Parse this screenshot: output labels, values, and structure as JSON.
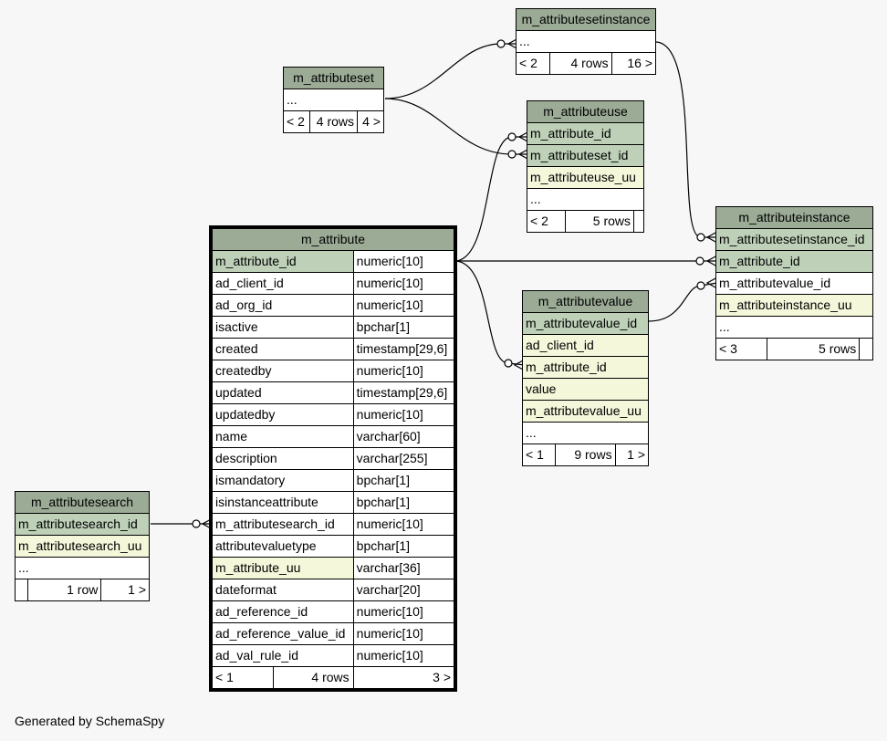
{
  "tables": {
    "m_attributesetinstance": {
      "name": "m_attributesetinstance",
      "rows": [
        {
          "col": "..."
        }
      ],
      "nav": {
        "prev": "< 2",
        "count": "4 rows",
        "next": "16 >"
      }
    },
    "m_attributeset": {
      "name": "m_attributeset",
      "rows": [
        {
          "col": "..."
        }
      ],
      "nav": {
        "prev": "< 2",
        "count": "4 rows",
        "next": "4 >"
      }
    },
    "m_attributeuse": {
      "name": "m_attributeuse",
      "rows": [
        {
          "col": "m_attribute_id",
          "kind": "pk"
        },
        {
          "col": "m_attributeset_id",
          "kind": "pk"
        },
        {
          "col": "m_attributeuse_uu",
          "kind": "idx"
        },
        {
          "col": "..."
        }
      ],
      "nav": {
        "prev": "< 2",
        "count": "5 rows",
        "next": ""
      }
    },
    "m_attributeinstance": {
      "name": "m_attributeinstance",
      "rows": [
        {
          "col": "m_attributesetinstance_id",
          "kind": "pk"
        },
        {
          "col": "m_attribute_id",
          "kind": "pk"
        },
        {
          "col": "m_attributevalue_id"
        },
        {
          "col": "m_attributeinstance_uu",
          "kind": "idx"
        },
        {
          "col": "..."
        }
      ],
      "nav": {
        "prev": "< 3",
        "count": "5 rows",
        "next": ""
      }
    },
    "m_attributevalue": {
      "name": "m_attributevalue",
      "rows": [
        {
          "col": "m_attributevalue_id",
          "kind": "pk"
        },
        {
          "col": "ad_client_id",
          "kind": "idx"
        },
        {
          "col": "m_attribute_id",
          "kind": "idx"
        },
        {
          "col": "value",
          "kind": "idx"
        },
        {
          "col": "m_attributevalue_uu",
          "kind": "idx"
        },
        {
          "col": "..."
        }
      ],
      "nav": {
        "prev": "< 1",
        "count": "9 rows",
        "next": "1 >"
      }
    },
    "m_attribute": {
      "name": "m_attribute",
      "rows": [
        {
          "col": "m_attribute_id",
          "type": "numeric[10]",
          "kind": "pk"
        },
        {
          "col": "ad_client_id",
          "type": "numeric[10]"
        },
        {
          "col": "ad_org_id",
          "type": "numeric[10]"
        },
        {
          "col": "isactive",
          "type": "bpchar[1]"
        },
        {
          "col": "created",
          "type": "timestamp[29,6]"
        },
        {
          "col": "createdby",
          "type": "numeric[10]"
        },
        {
          "col": "updated",
          "type": "timestamp[29,6]"
        },
        {
          "col": "updatedby",
          "type": "numeric[10]"
        },
        {
          "col": "name",
          "type": "varchar[60]"
        },
        {
          "col": "description",
          "type": "varchar[255]"
        },
        {
          "col": "ismandatory",
          "type": "bpchar[1]"
        },
        {
          "col": "isinstanceattribute",
          "type": "bpchar[1]"
        },
        {
          "col": "m_attributesearch_id",
          "type": "numeric[10]"
        },
        {
          "col": "attributevaluetype",
          "type": "bpchar[1]"
        },
        {
          "col": "m_attribute_uu",
          "type": "varchar[36]",
          "kind": "idx"
        },
        {
          "col": "dateformat",
          "type": "varchar[20]"
        },
        {
          "col": "ad_reference_id",
          "type": "numeric[10]"
        },
        {
          "col": "ad_reference_value_id",
          "type": "numeric[10]"
        },
        {
          "col": "ad_val_rule_id",
          "type": "numeric[10]"
        }
      ],
      "nav": {
        "prev": "< 1",
        "count": "4 rows",
        "next": "3 >"
      }
    },
    "m_attributesearch": {
      "name": "m_attributesearch",
      "rows": [
        {
          "col": "m_attributesearch_id",
          "kind": "pk"
        },
        {
          "col": "m_attributesearch_uu",
          "kind": "idx"
        },
        {
          "col": "..."
        }
      ],
      "nav": {
        "prev": "",
        "count": "1 row",
        "next": "1 >"
      }
    }
  },
  "colors": {
    "header": "#9bab96",
    "primary_key": "#bed1b8",
    "indexed": "#f4f7da",
    "background": "#f7f7f7"
  },
  "footer": "Generated by SchemaSpy"
}
